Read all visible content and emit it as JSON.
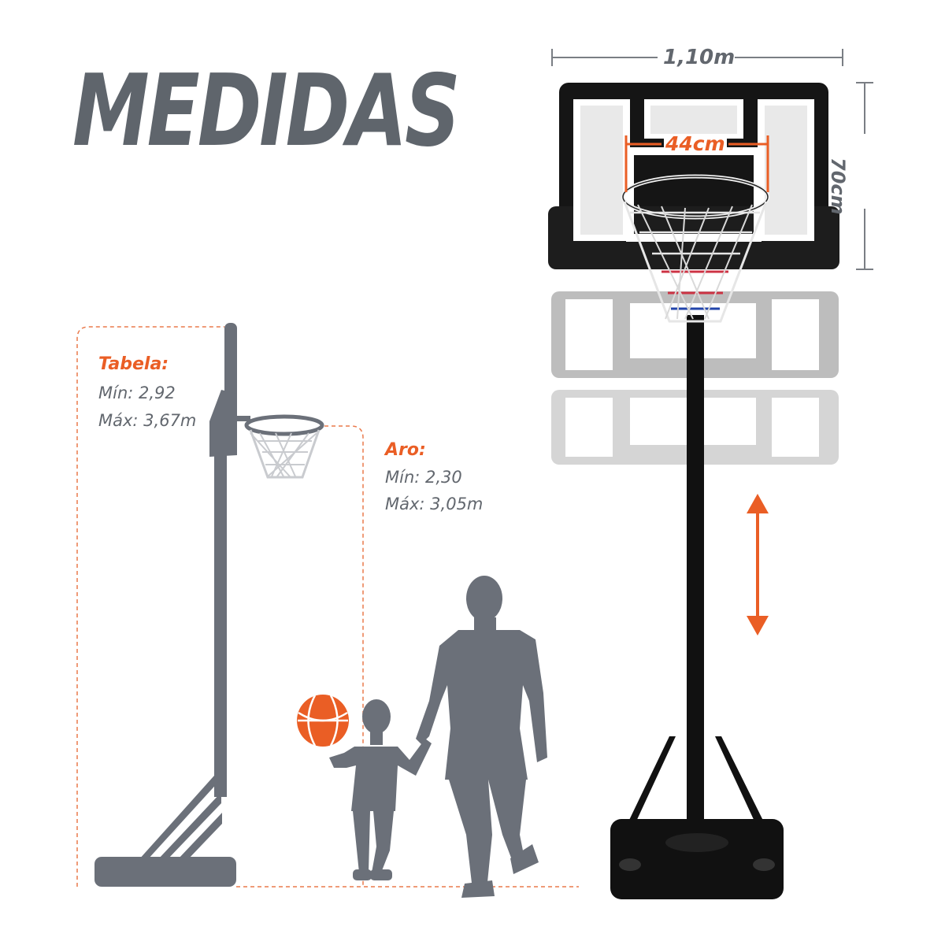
{
  "title": "MEDIDAS",
  "tabela": {
    "heading": "Tabela:",
    "min": "Mín: 2,92",
    "max": "Máx: 3,67m"
  },
  "aro": {
    "heading": "Aro:",
    "min": "Mín: 2,30",
    "max": "Máx: 3,05m"
  },
  "dimensions": {
    "width": "1,10m",
    "height": "70cm",
    "rim": "44cm"
  },
  "colors": {
    "accent": "#ea5e25",
    "silhouette": "#6b7079",
    "product": "#111111",
    "text": "#5f656c"
  }
}
